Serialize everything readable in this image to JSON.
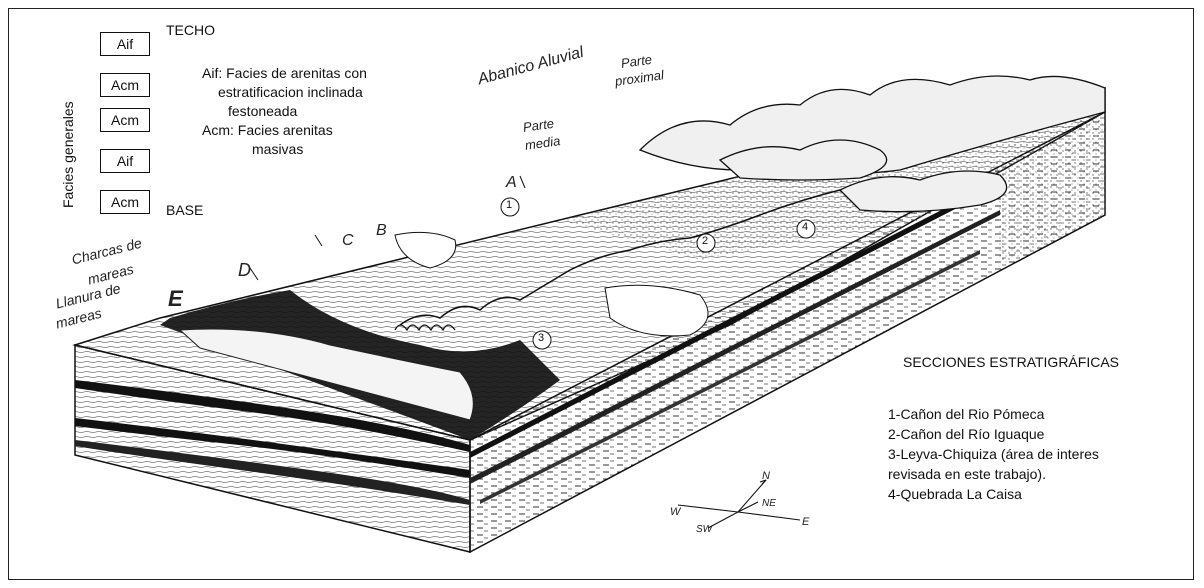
{
  "facies_column": {
    "axis_label": "Facies generales",
    "top_label": "TECHO",
    "base_label": "BASE",
    "boxes": [
      "Aif",
      "Acm",
      "Acm",
      "Aif",
      "Acm"
    ]
  },
  "legend": {
    "aif_line1": "Aif: Facies de arenitas con",
    "aif_line2": "estratificacion inclinada",
    "aif_line3": "festoneada",
    "acm_line1": "Acm: Facies arenitas",
    "acm_line2": "masivas"
  },
  "block_labels": {
    "abanico": "Abanico Aluvial",
    "parte_proximal_1": "Parte",
    "parte_proximal_2": "proximal",
    "parte_media_1": "Parte",
    "parte_media_2": "media",
    "charcas_1": "Charcas de",
    "charcas_2": "mareas",
    "llanura_1": "Llanura de",
    "llanura_2": "mareas",
    "letters": [
      "A",
      "B",
      "C",
      "D",
      "E"
    ],
    "section_markers": [
      "1",
      "2",
      "3",
      "4"
    ]
  },
  "sections": {
    "title": "SECCIONES ESTRATIGRÁFICAS",
    "items": [
      "1-Cañon del Rio Pómeca",
      "2-Cañon del Río Iguaque",
      "3-Leyva-Chiquiza (área de interes",
      "revisada en este trabajo).",
      "4-Quebrada La Caisa"
    ]
  },
  "compass": {
    "n": "N",
    "ne": "NE",
    "e": "E",
    "w": "W",
    "sw": "SW"
  }
}
